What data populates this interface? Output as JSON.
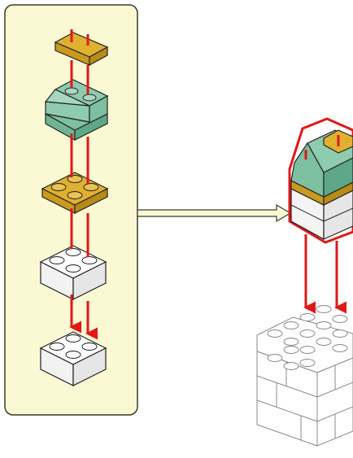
{
  "figure": {
    "type": "building-instruction-step",
    "panel_label": "",
    "colors": {
      "panel_fill": "#fbf8d4",
      "panel_stroke": "#3a3a2a",
      "tan_fill": "#e0b030",
      "tan_dark": "#b88a16",
      "green_fill": "#8fcbae",
      "green_dark": "#5ea888",
      "white_fill": "#ffffff",
      "white_shade": "#e8e8e8",
      "outline": "#222222",
      "pin_red": "#e01818",
      "ghost_stroke": "#8a8a8a",
      "callout_arrow_fill": "#fbf8d4"
    },
    "parts_in_callout": [
      {
        "name": "plate-1x2-tan",
        "color": "tan"
      },
      {
        "name": "slope-2x2-sand-green",
        "color": "green"
      },
      {
        "name": "plate-2x2-tan",
        "color": "tan"
      },
      {
        "name": "brick-2x2-white",
        "color": "white"
      },
      {
        "name": "brick-2x2-white",
        "color": "white"
      }
    ],
    "result_assembly": [
      "tan-plate",
      "green-slope",
      "tan-plate",
      "white-brick",
      "white-brick"
    ],
    "target_base": "white-brick-wall"
  }
}
